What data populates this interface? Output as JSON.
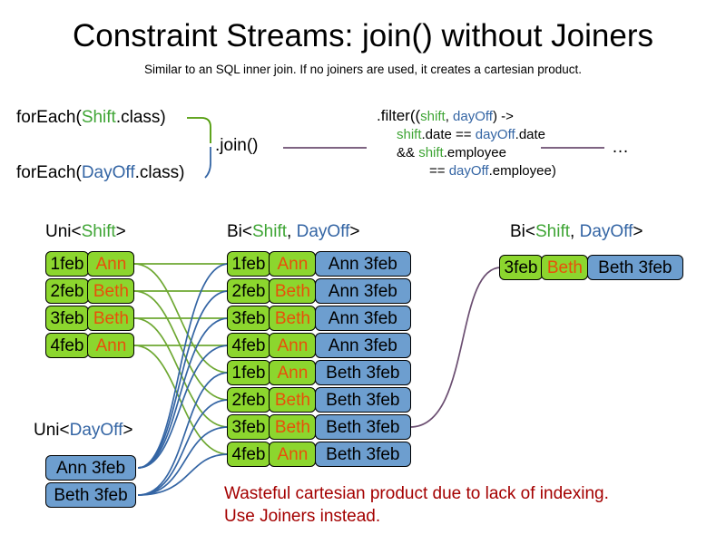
{
  "title": "Constraint Streams: join() without Joiners",
  "subtitle": "Similar to an SQL inner join. If no joiners are used, it creates a cartesian product.",
  "code": {
    "forEach_shift_pre": "forEach(",
    "forEach_shift_type": "Shift",
    "forEach_shift_post": ".class)",
    "forEach_dayoff_pre": "forEach(",
    "forEach_dayoff_type": "DayOff",
    "forEach_dayoff_post": ".class)",
    "join_label": ".join()",
    "filter_l1_a": ".filter((",
    "filter_l1_shift": "shift",
    "filter_l1_comma": ", ",
    "filter_l1_dayoff": "dayOff",
    "filter_l1_b": ") ->",
    "filter_l2_shift": "shift",
    "filter_l2_mid": ".date == ",
    "filter_l2_dayoff": "dayOff",
    "filter_l2_end": ".date",
    "filter_l3_pre": "&& ",
    "filter_l3_shift": "shift",
    "filter_l3_end": ".employee",
    "filter_l4_pre": "== ",
    "filter_l4_dayoff": "dayOff",
    "filter_l4_end": ".employee)",
    "ellipsis": "…"
  },
  "headers": {
    "uni_shift_pre": "Uni<",
    "uni_shift_type": "Shift",
    "uni_shift_post": ">",
    "bi_pre": "Bi<",
    "bi_type1": "Shift",
    "bi_comma": ", ",
    "bi_type2": "DayOff",
    "bi_post": ">",
    "bi_right_pre": "Bi<",
    "bi_right_type1": "Shift",
    "bi_right_comma": ", ",
    "bi_right_type2": "DayOff",
    "bi_right_post": ">",
    "uni_dayoff_pre": "Uni<",
    "uni_dayoff_type": "DayOff",
    "uni_dayoff_post": ">"
  },
  "uni_shift": [
    {
      "date": "1feb",
      "name": "Ann"
    },
    {
      "date": "2feb",
      "name": "Beth"
    },
    {
      "date": "3feb",
      "name": "Beth"
    },
    {
      "date": "4feb",
      "name": "Ann"
    }
  ],
  "uni_dayoff": [
    {
      "label": "Ann 3feb"
    },
    {
      "label": "Beth 3feb"
    }
  ],
  "bi_rows": [
    {
      "date": "1feb",
      "name": "Ann",
      "dayoff": "Ann 3feb"
    },
    {
      "date": "2feb",
      "name": "Beth",
      "dayoff": "Ann 3feb"
    },
    {
      "date": "3feb",
      "name": "Beth",
      "dayoff": "Ann 3feb"
    },
    {
      "date": "4feb",
      "name": "Ann",
      "dayoff": "Ann 3feb"
    },
    {
      "date": "1feb",
      "name": "Ann",
      "dayoff": "Beth 3feb"
    },
    {
      "date": "2feb",
      "name": "Beth",
      "dayoff": "Beth 3feb"
    },
    {
      "date": "3feb",
      "name": "Beth",
      "dayoff": "Beth 3feb"
    },
    {
      "date": "4feb",
      "name": "Ann",
      "dayoff": "Beth 3feb"
    }
  ],
  "result_row": {
    "date": "3feb",
    "name": "Beth",
    "dayoff": "Beth 3feb"
  },
  "warning": {
    "line1": "Wasteful cartesian product due to lack of indexing.",
    "line2": "Use Joiners instead."
  },
  "colors": {
    "shift_green": "#3FA535",
    "dayoff_blue": "#3465A4",
    "cell_green": "#8CD62E",
    "cell_blue": "#6D9ECF",
    "name_orange": "#E8500A",
    "warning_red": "#A40000",
    "wire_purple": "#6B4E71"
  }
}
